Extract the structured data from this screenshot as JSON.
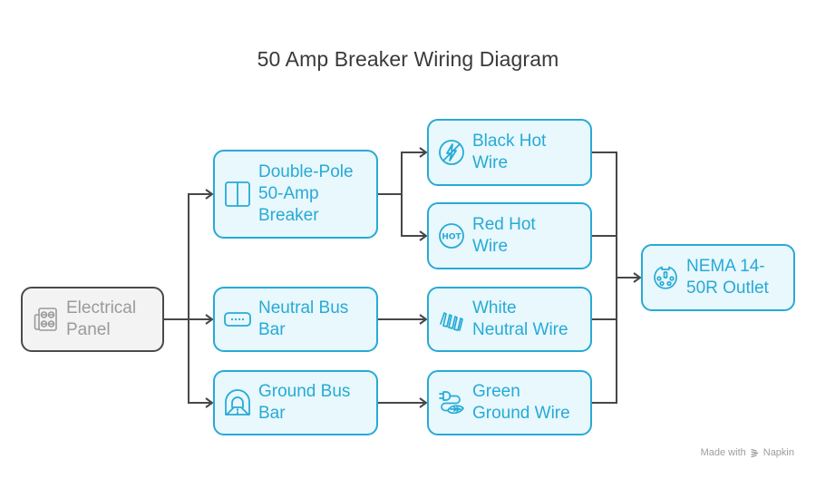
{
  "title": "50 Amp Breaker Wiring Diagram",
  "nodes": {
    "electrical_panel": {
      "label": "Electrical\nPanel",
      "icon": "electrical-panel-icon"
    },
    "breaker": {
      "label": "Double-Pole\n50-Amp\nBreaker",
      "icon": "double-pole-breaker-icon"
    },
    "neutral_bus": {
      "label": "Neutral Bus\nBar",
      "icon": "bus-bar-icon"
    },
    "ground_bus": {
      "label": "Ground Bus\nBar",
      "icon": "tunnel-ground-icon"
    },
    "black_hot": {
      "label": "Black Hot\nWire",
      "icon": "lightning-off-icon"
    },
    "red_hot": {
      "label": "Red Hot\nWire",
      "icon": "hot-badge-icon"
    },
    "white_neutral": {
      "label": "White\nNeutral Wire",
      "icon": "coil-wire-icon"
    },
    "green_ground": {
      "label": "Green\nGround Wire",
      "icon": "plug-leaf-icon"
    },
    "outlet": {
      "label": "NEMA 14-\n50R Outlet",
      "icon": "outlet-socket-icon"
    }
  },
  "edges": [
    {
      "from": "electrical_panel",
      "to": "breaker"
    },
    {
      "from": "electrical_panel",
      "to": "neutral_bus"
    },
    {
      "from": "electrical_panel",
      "to": "ground_bus"
    },
    {
      "from": "breaker",
      "to": "black_hot"
    },
    {
      "from": "breaker",
      "to": "red_hot"
    },
    {
      "from": "neutral_bus",
      "to": "white_neutral"
    },
    {
      "from": "ground_bus",
      "to": "green_ground"
    },
    {
      "from": "black_hot",
      "to": "outlet"
    },
    {
      "from": "red_hot",
      "to": "outlet"
    },
    {
      "from": "white_neutral",
      "to": "outlet"
    },
    {
      "from": "green_ground",
      "to": "outlet"
    }
  ],
  "colors": {
    "accent": "#27aad6",
    "node_fill": "#e8f8fd",
    "root_border": "#4a4a4a",
    "root_fill": "#f3f3f3",
    "connector": "#474747"
  },
  "watermark": {
    "prefix": "Made with",
    "brand": "Napkin"
  }
}
